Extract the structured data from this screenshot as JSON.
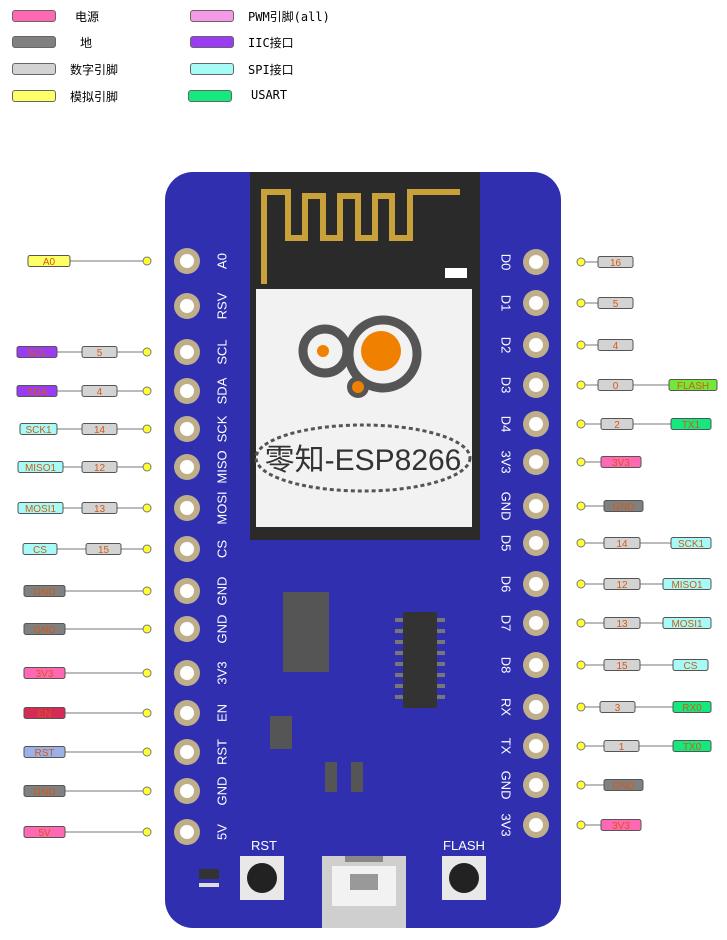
{
  "legend": [
    {
      "label": "电源",
      "color": "#ff69b4"
    },
    {
      "label": "地",
      "color": "#808080"
    },
    {
      "label": "数字引脚",
      "color": "#d3d3d3"
    },
    {
      "label": "模拟引脚",
      "color": "#ffff66"
    },
    {
      "label": "PWM引脚(all)",
      "color": "#f49ae6"
    },
    {
      "label": "IIC接口",
      "color": "#9b3cf5"
    },
    {
      "label": "SPI接口",
      "color": "#a6fbf6"
    },
    {
      "label": "USART",
      "color": "#15e87c"
    }
  ],
  "board": {
    "module_label_cn": "零知",
    "module_label_en": "-ESP8266",
    "button_rst": "RST",
    "button_flash": "FLASH",
    "color": "#2f2fb0"
  },
  "left_pins": [
    {
      "name": "A0",
      "tags": [
        {
          "text": "A0",
          "color": "#ffff66"
        }
      ]
    },
    {
      "name": "RSV",
      "tags": []
    },
    {
      "name": "SCL",
      "tags": [
        {
          "text": "SCL",
          "color": "#9b3cf5"
        },
        {
          "text": "5",
          "color": "#d3d3d3"
        }
      ]
    },
    {
      "name": "SDA",
      "tags": [
        {
          "text": "SDA",
          "color": "#9b3cf5"
        },
        {
          "text": "4",
          "color": "#d3d3d3"
        }
      ]
    },
    {
      "name": "SCK",
      "tags": [
        {
          "text": "SCK1",
          "color": "#a6fbf6"
        },
        {
          "text": "14",
          "color": "#d3d3d3"
        }
      ]
    },
    {
      "name": "MISO",
      "tags": [
        {
          "text": "MISO1",
          "color": "#a6fbf6"
        },
        {
          "text": "12",
          "color": "#d3d3d3"
        }
      ]
    },
    {
      "name": "MOSI",
      "tags": [
        {
          "text": "MOSI1",
          "color": "#a6fbf6"
        },
        {
          "text": "13",
          "color": "#d3d3d3"
        }
      ]
    },
    {
      "name": "CS",
      "tags": [
        {
          "text": "CS",
          "color": "#a6fbf6"
        },
        {
          "text": "15",
          "color": "#d3d3d3"
        }
      ]
    },
    {
      "name": "GND",
      "tags": [
        {
          "text": "GND",
          "color": "#808080"
        }
      ]
    },
    {
      "name": "GND",
      "tags": [
        {
          "text": "GND",
          "color": "#808080"
        }
      ]
    },
    {
      "name": "3V3",
      "tags": [
        {
          "text": "3V3",
          "color": "#ff69b4"
        }
      ]
    },
    {
      "name": "EN",
      "tags": [
        {
          "text": "EN",
          "color": "#d62a57"
        }
      ]
    },
    {
      "name": "RST",
      "tags": [
        {
          "text": "RST",
          "color": "#9cb1e8"
        }
      ]
    },
    {
      "name": "GND",
      "tags": [
        {
          "text": "GND",
          "color": "#808080"
        }
      ]
    },
    {
      "name": "5V",
      "tags": [
        {
          "text": "5V",
          "color": "#ff69b4"
        }
      ]
    }
  ],
  "right_pins": [
    {
      "name": "D0",
      "tags": [
        {
          "text": "16",
          "color": "#d3d3d3"
        }
      ]
    },
    {
      "name": "D1",
      "tags": [
        {
          "text": "5",
          "color": "#d3d3d3"
        }
      ]
    },
    {
      "name": "D2",
      "tags": [
        {
          "text": "4",
          "color": "#d3d3d3"
        }
      ]
    },
    {
      "name": "D3",
      "tags": [
        {
          "text": "0",
          "color": "#d3d3d3"
        },
        {
          "text": "FLASH",
          "color": "#74e83a"
        }
      ]
    },
    {
      "name": "D4",
      "tags": [
        {
          "text": "2",
          "color": "#d3d3d3"
        },
        {
          "text": "TX1",
          "color": "#15e87c"
        }
      ]
    },
    {
      "name": "3V3",
      "tags": [
        {
          "text": "3V3",
          "color": "#ff69b4"
        }
      ]
    },
    {
      "name": "GND",
      "tags": [
        {
          "text": "GND",
          "color": "#808080"
        }
      ]
    },
    {
      "name": "D5",
      "tags": [
        {
          "text": "14",
          "color": "#d3d3d3"
        },
        {
          "text": "SCK1",
          "color": "#a6fbf6"
        }
      ]
    },
    {
      "name": "D6",
      "tags": [
        {
          "text": "12",
          "color": "#d3d3d3"
        },
        {
          "text": "MISO1",
          "color": "#a6fbf6"
        }
      ]
    },
    {
      "name": "D7",
      "tags": [
        {
          "text": "13",
          "color": "#d3d3d3"
        },
        {
          "text": "MOSI1",
          "color": "#a6fbf6"
        }
      ]
    },
    {
      "name": "D8",
      "tags": [
        {
          "text": "15",
          "color": "#d3d3d3"
        },
        {
          "text": "CS",
          "color": "#a6fbf6"
        }
      ]
    },
    {
      "name": "RX",
      "tags": [
        {
          "text": "3",
          "color": "#d3d3d3"
        },
        {
          "text": "RX0",
          "color": "#15e87c"
        }
      ]
    },
    {
      "name": "TX",
      "tags": [
        {
          "text": "1",
          "color": "#d3d3d3"
        },
        {
          "text": "TX0",
          "color": "#15e87c"
        }
      ]
    },
    {
      "name": "GND",
      "tags": [
        {
          "text": "GND",
          "color": "#808080"
        }
      ]
    },
    {
      "name": "3V3",
      "tags": [
        {
          "text": "3V3",
          "color": "#ff69b4"
        }
      ]
    }
  ]
}
